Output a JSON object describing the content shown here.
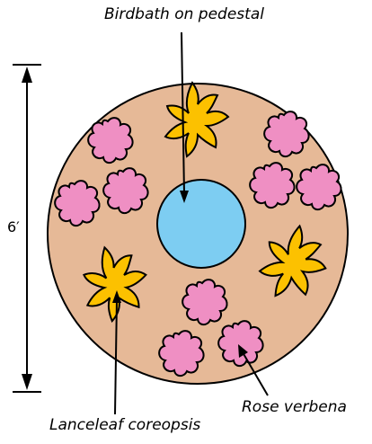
{
  "labels": {
    "birdbath": "Birdbath on pedestal",
    "lanceleaf": "Lanceleaf coreopsis",
    "rose_verbena": "Rose verbena",
    "dimension": "6′"
  },
  "colors": {
    "bed": "#e6b997",
    "birdbath": "#7dcdf2",
    "coreopsis": "#fcc100",
    "verbena": "#ef8fc3",
    "stroke": "#000000"
  }
}
